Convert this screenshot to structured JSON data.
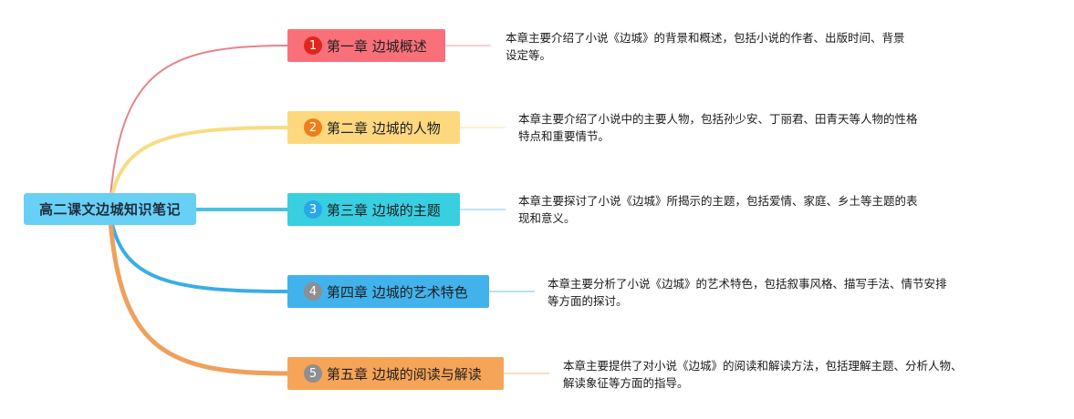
{
  "root": {
    "title": "高二课文边城知识笔记",
    "color": "#68d0f5"
  },
  "branches": [
    {
      "number": "1",
      "title": "第一章 边城概述",
      "color": "#f9707a",
      "badge_color": "#e0261c",
      "line_color": "#e8838b",
      "description": [
        "本章主要介绍了小说《边城》的背景和概述，包括小说的作者、出版时间、背景",
        "设定等。"
      ]
    },
    {
      "number": "2",
      "title": "第二章 边城的人物",
      "color": "#fed87f",
      "badge_color": "#ef7d1a",
      "line_color": "#f8dc80",
      "description": [
        "本章主要介绍了小说中的主要人物，包括孙少安、丁丽君、田青天等人物的性格",
        "特点和重要情节。"
      ]
    },
    {
      "number": "3",
      "title": "第三章 边城的主题",
      "color": "#38cfe1",
      "badge_color": "#2aa7e8",
      "line_color": "#47c3dd",
      "description": [
        "本章主要探讨了小说《边城》所揭示的主题，包括爱情、家庭、乡土等主题的表",
        "现和意义。"
      ]
    },
    {
      "number": "4",
      "title": "第四章 边城的艺术特色",
      "color": "#41b2ec",
      "badge_color": "#8f8f8f",
      "line_color": "#3aade6",
      "description": [
        "本章主要分析了小说《边城》的艺术特色，包括叙事风格、描写手法、情节安排",
        "等方面的探讨。"
      ]
    },
    {
      "number": "5",
      "title": "第五章 边城的阅读与解读",
      "color": "#f6a458",
      "badge_color": "#8f8f8f",
      "line_color": "#eea15d",
      "description": [
        "本章主要提供了对小说《边城》的阅读和解读方法，包括理解主题、分析人物、",
        "解读象征等方面的指导。"
      ]
    }
  ]
}
